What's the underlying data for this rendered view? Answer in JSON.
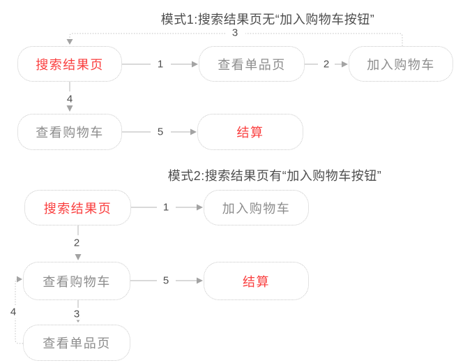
{
  "colors": {
    "node_border": "#c6c6c6",
    "node_text": "#8c8c8c",
    "highlight_red": "#fa3e3e",
    "line_gray": "#c2c2c2",
    "arrowhead_gray": "#a3a3a3",
    "title_text": "#4d4d4d"
  },
  "mode1": {
    "title": "模式1:搜索结果页无“加入购物车按钮”",
    "nodes": [
      {
        "label": "搜索结果页",
        "highlight": true
      },
      {
        "label": "查看单品页",
        "highlight": false
      },
      {
        "label": "加入购物车",
        "highlight": false
      },
      {
        "label": "查看购物车",
        "highlight": false
      },
      {
        "label": "结算",
        "highlight": true
      }
    ],
    "edges": [
      {
        "num": "1",
        "from": "搜索结果页",
        "to": "查看单品页"
      },
      {
        "num": "2",
        "from": "查看单品页",
        "to": "加入购物车"
      },
      {
        "num": "3",
        "from": "加入购物车",
        "to": "搜索结果页"
      },
      {
        "num": "4",
        "from": "搜索结果页",
        "to": "查看购物车"
      },
      {
        "num": "5",
        "from": "查看购物车",
        "to": "结算"
      }
    ]
  },
  "mode2": {
    "title": "模式2:搜索结果页有“加入购物车按钮”",
    "nodes": [
      {
        "label": "搜索结果页",
        "highlight": true
      },
      {
        "label": "加入购物车",
        "highlight": false
      },
      {
        "label": "查看购物车",
        "highlight": false
      },
      {
        "label": "结算",
        "highlight": true
      },
      {
        "label": "查看单品页",
        "highlight": false
      }
    ],
    "edges": [
      {
        "num": "1",
        "from": "搜索结果页",
        "to": "加入购物车"
      },
      {
        "num": "2",
        "from": "搜索结果页",
        "to": "查看购物车"
      },
      {
        "num": "3",
        "from": "查看购物车",
        "to": "查看单品页"
      },
      {
        "num": "4",
        "from": "查看单品页",
        "to": "查看购物车"
      },
      {
        "num": "5",
        "from": "查看购物车",
        "to": "结算"
      }
    ]
  }
}
